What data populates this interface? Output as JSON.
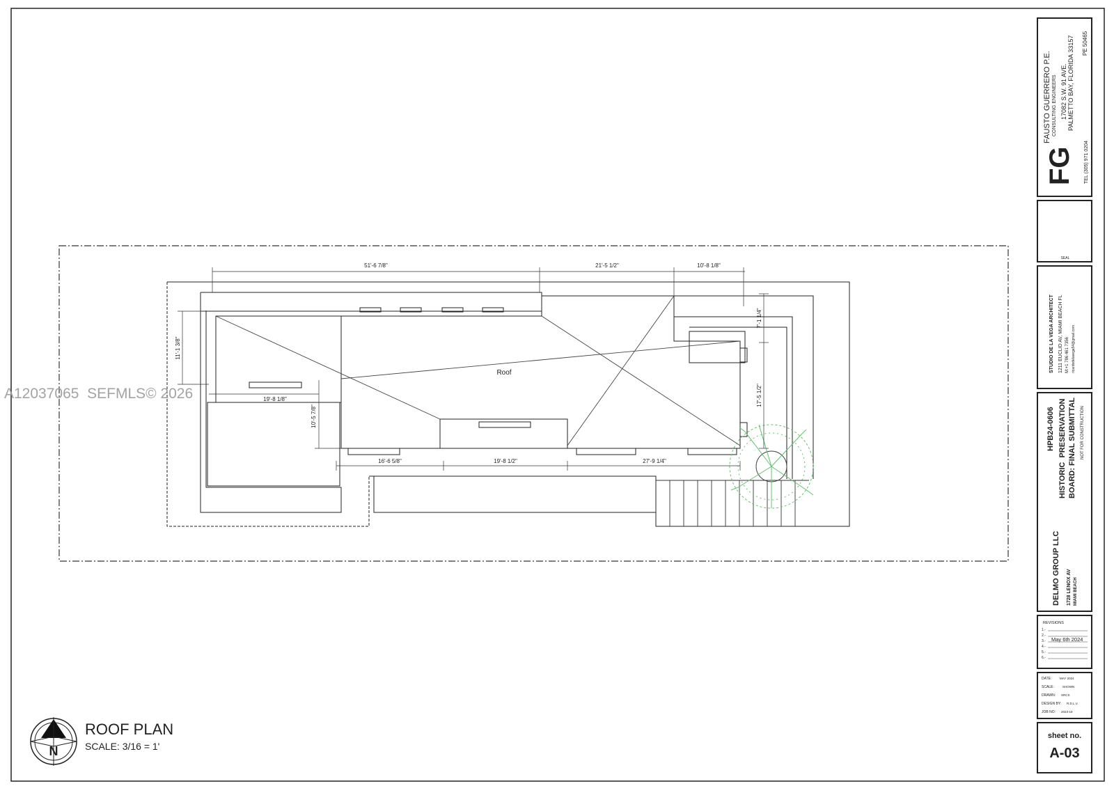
{
  "watermark": "A12037065  SEFMLS© 2026",
  "plan": {
    "room_label": "Roof",
    "title": "ROOF PLAN",
    "scale": "SCALE: 3/16 = 1'",
    "north_letter": "N",
    "dimensions": {
      "top_1": "51'-6 7/8\"",
      "top_2": "21'-5 1/2\"",
      "top_3": "10'-8 1/8\"",
      "left_1": "11'-1 3/8\"",
      "mid_1": "19'-8 1/8\"",
      "mid_2": "10'-5 7/8\"",
      "bottom_1": "16'-6 5/8\"",
      "bottom_2": "19'-8 1/2\"",
      "bottom_3": "27'-9 1/4\"",
      "right_1": "7'-1 1/4\"",
      "right_2": "17'-5 1/2\""
    }
  },
  "title_block": {
    "engineer": {
      "logo": "FG",
      "name": "FAUSTO GUERRERO P.E.",
      "subtitle": "CONSULTING ENGINEERS",
      "address_1": "17082 S.W. 91 AVE.",
      "address_2": "PALMETTO BAY, FLORIDA 33157",
      "pe": "PE  50465",
      "tel": "TEL (305) 971 0204"
    },
    "seal_label": "SEAL",
    "architect": {
      "name": "STUDIO DE LA VEGA ARCHITECT",
      "address": "1211 EUCLID AV, MIAMI BEACH FL",
      "phone": "M:+1 786 461 7356",
      "email": "ricardodelavega54@gmail.com"
    },
    "project": {
      "number": "HPB24-0606",
      "line_1": "HISTORIC  PRESERVATION",
      "line_2": "BOARD: FINAL SUBMITTAL",
      "note": "NOT FOR CONSTRUCTION"
    },
    "client": {
      "name": "DELMO GROUP LLC",
      "address_1": "1728 LENOX AV",
      "address_2": "MIAMI BEACH"
    },
    "revisions": {
      "title": "REVISIONS",
      "items": [
        "1.-",
        "2.-",
        "3.-",
        "4.-",
        "5.-",
        "6.-"
      ],
      "rev3_value": "May 6th 2024"
    },
    "info": {
      "date_label": "DATE:",
      "date_value": "MAY 2024",
      "scale_label": "SCALE:",
      "scale_value": "SHOWN",
      "drawn_label": "DRAWN:",
      "drawn_value": "SRCS",
      "design_label": "DESIGN BY:",
      "design_value": "R.D.L.V.",
      "job_label": "JOB NO:",
      "job_value": "2023-19"
    },
    "sheet": {
      "label": "sheet no.",
      "number": "A-03"
    }
  },
  "colors": {
    "line": "#222222",
    "tree": "#5cc46a",
    "watermark": "#9a9a9a"
  }
}
